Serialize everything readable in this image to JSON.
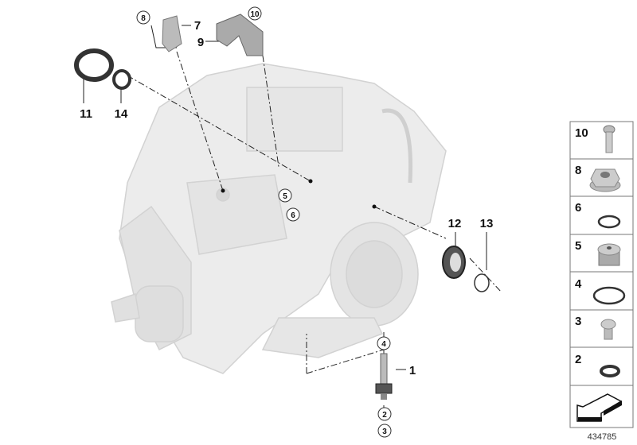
{
  "diagram": {
    "callouts": [
      {
        "id": "1",
        "label": "1"
      },
      {
        "id": "2",
        "label": "2"
      },
      {
        "id": "3",
        "label": "3"
      },
      {
        "id": "4",
        "label": "4"
      },
      {
        "id": "5",
        "label": "5"
      },
      {
        "id": "6",
        "label": "6"
      },
      {
        "id": "7",
        "label": "7"
      },
      {
        "id": "8",
        "label": "8"
      },
      {
        "id": "9",
        "label": "9"
      },
      {
        "id": "10",
        "label": "10"
      },
      {
        "id": "11",
        "label": "11"
      },
      {
        "id": "12",
        "label": "12"
      },
      {
        "id": "13",
        "label": "13"
      },
      {
        "id": "14",
        "label": "14"
      }
    ],
    "parts_panel": [
      {
        "number": "10",
        "icon": "bolt-icon"
      },
      {
        "number": "8",
        "icon": "hex-nut-icon"
      },
      {
        "number": "6",
        "icon": "o-ring-icon"
      },
      {
        "number": "5",
        "icon": "screw-plug-icon"
      },
      {
        "number": "4",
        "icon": "o-ring-large-icon"
      },
      {
        "number": "3",
        "icon": "screw-plug-small-icon"
      },
      {
        "number": "2",
        "icon": "seal-ring-icon"
      }
    ],
    "image_id": "434785"
  }
}
